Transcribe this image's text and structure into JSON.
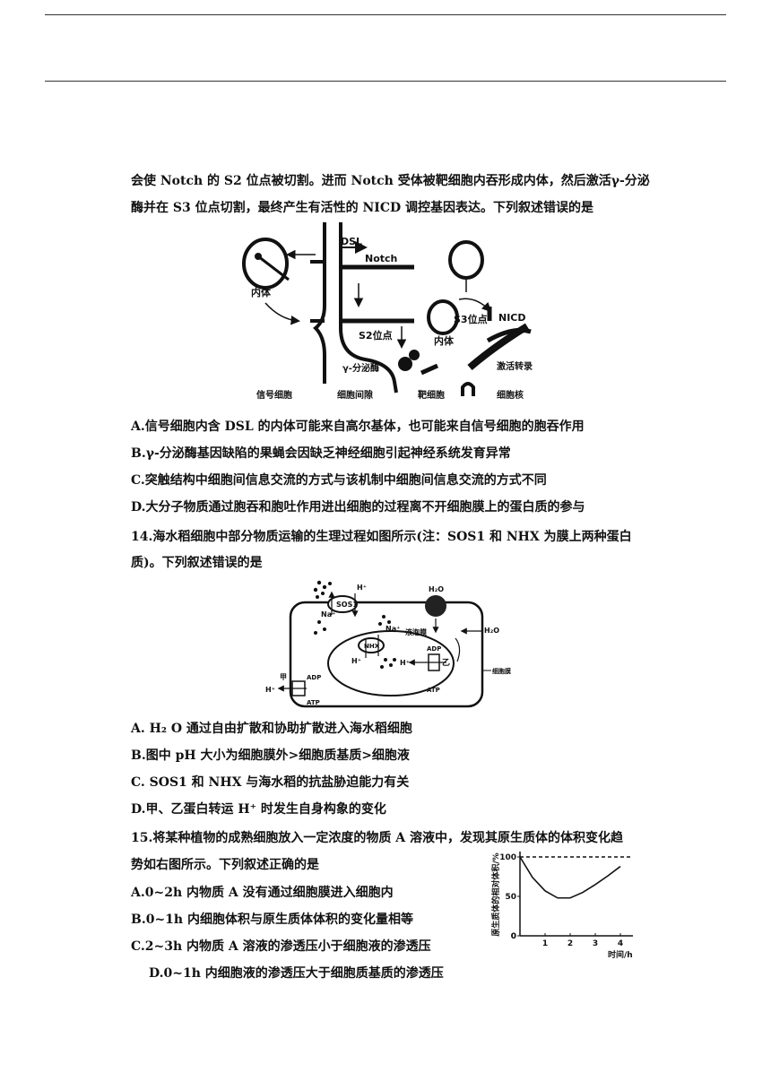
{
  "q13": {
    "intro_line1": "会使 Notch 的 S2 位点被切割。进而 Notch 受体被靶细胞内吞形成内体，然后激活γ-分泌",
    "intro_line2": "酶并在 S3 位点切割，最终产生有活性的 NICD 调控基因表达。下列叙述错误的是",
    "figure": {
      "dsl": "DSL",
      "notch": "Notch",
      "endosome_left": "内体",
      "s2": "S2位点",
      "endosome_right": "内体",
      "s3": "S3位点",
      "nicd": "NICD",
      "activate": "激活转录",
      "gamma": "γ-分泌酶",
      "signal_cell": "信号细胞",
      "cell_gap": "细胞间隙",
      "target_cell": "靶细胞",
      "nucleus": "细胞核"
    },
    "options": {
      "A": "A.信号细胞内含 DSL 的内体可能来自高尔基体，也可能来自信号细胞的胞吞作用",
      "B": "B.γ-分泌酶基因缺陷的果蝇会因缺乏神经细胞引起神经系统发育异常",
      "C": "C.突触结构中细胞间信息交流的方式与该机制中细胞间信息交流的方式不同",
      "D": "D.大分子物质通过胞吞和胞吐作用进出细胞的过程离不开细胞膜上的蛋白质的参与"
    }
  },
  "q14": {
    "stem_line1": "14.海水稻细胞中部分物质运输的生理过程如图所示(注：SOS1 和 NHX 为膜上两种蛋白",
    "stem_line2": "质)。下列叙述错误的是",
    "figure": {
      "sos1": "SOS1",
      "h_top": "H⁺",
      "na_top": "Na⁺",
      "h2o_top": "H₂O",
      "h2o_right": "H₂O",
      "vacuole": "液泡膜",
      "nhx": "NHX",
      "na_mid": "Na⁺",
      "h_mid": "H⁺",
      "h_vac": "H⁺",
      "adp_right": "ADP",
      "atp_right": "ATP",
      "yi": "乙",
      "membrane": "细胞膜",
      "jia": "甲",
      "adp_left": "ADP",
      "h_left": "H⁺",
      "atp_left": "ATP"
    },
    "options": {
      "A": "A. H₂  O 通过自由扩散和协助扩散进入海水稻细胞",
      "B": "B.图中 pH 大小为细胞膜外>细胞质基质>细胞液",
      "C": "C. SOS1 和 NHX 与海水稻的抗盐胁迫能力有关",
      "D": "D.甲、乙蛋白转运 H⁺  时发生自身构象的变化"
    }
  },
  "q15": {
    "stem_line1": "15.将某种植物的成熟细胞放入一定浓度的物质 A 溶液中，发现其原生质体的体积变化趋",
    "stem_line2": "势如右图所示。下列叙述正确的是",
    "options": {
      "A": "A.0~2h 内物质 A 没有通过细胞膜进入细胞内",
      "B": "B.0~1h 内细胞体积与原生质体体积的变化量相等",
      "C": "C.2~3h 内物质 A 溶液的渗透压小于细胞液的渗透压",
      "D": "D.0~1h 内细胞液的渗透压大于细胞质基质的渗透压"
    },
    "chart_data": {
      "type": "line",
      "ylabel": "原生质体的相对体积/%",
      "xlabel": "时间/h",
      "xlim": [
        0,
        4
      ],
      "ylim": [
        0,
        100
      ],
      "xticks": [
        0,
        1,
        2,
        3,
        4
      ],
      "yticks": [
        0,
        50,
        100
      ],
      "series": [
        {
          "style": "solid",
          "x": [
            0,
            0.5,
            1.0,
            1.5,
            2.0,
            2.5,
            3.0,
            3.5,
            4.0
          ],
          "y": [
            100,
            74,
            57,
            48,
            48,
            55,
            65,
            76,
            88
          ]
        },
        {
          "style": "dashed",
          "x": [
            0,
            4.4
          ],
          "y": [
            100,
            100
          ]
        }
      ]
    }
  }
}
